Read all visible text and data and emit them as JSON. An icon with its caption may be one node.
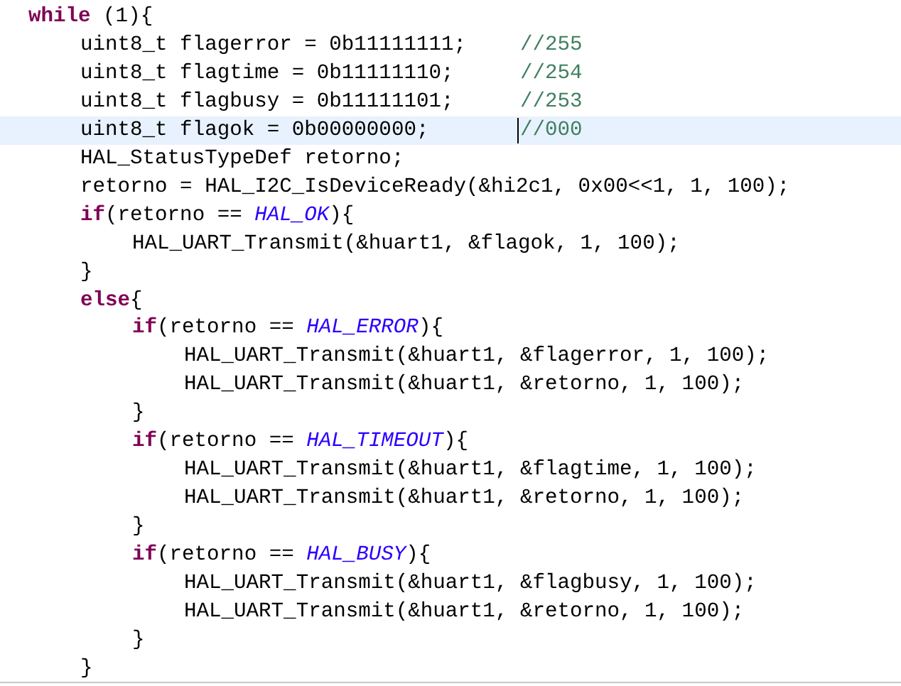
{
  "diagram": {
    "labels": [
      "**while** (1){",
      "uint8_t flagerror = 0b11111111;",
      "//255",
      "uint8_t flagtime = 0b11111110;",
      "//254",
      "uint8_t flagbusy = 0b11111101;",
      "//253",
      "uint8_t flagok = 0b00000000;",
      "//000",
      "HAL_StatusTypeDef retorno;",
      "retorno = HAL_I2C_IsDeviceReady(&hi2c1, 0x00<<1, 1, 100);",
      "**if**(retorno == *HAL_OK*){",
      "HAL_UART_Transmit(&huart1, &flagok, 1, 100);",
      "}",
      "**else**{",
      "**if**(retorno == *HAL_ERROR*){",
      "HAL_UART_Transmit(&huart1, &flagerror, 1, 100);",
      "HAL_UART_Transmit(&huart1, &retorno, 1, 100);",
      "}",
      "**if**(retorno == *HAL_TIMEOUT*){",
      "HAL_UART_Transmit(&huart1, &flagtime, 1, 100);",
      "HAL_UART_Transmit(&huart1, &retorno, 1, 100);",
      "}",
      "**if**(retorno == *HAL_BUSY*){",
      "HAL_UART_Transmit(&huart1, &flagbusy, 1, 100);",
      "HAL_UART_Transmit(&huart1, &retorno, 1, 100);",
      "}",
      "}"
    ]
  }
}
